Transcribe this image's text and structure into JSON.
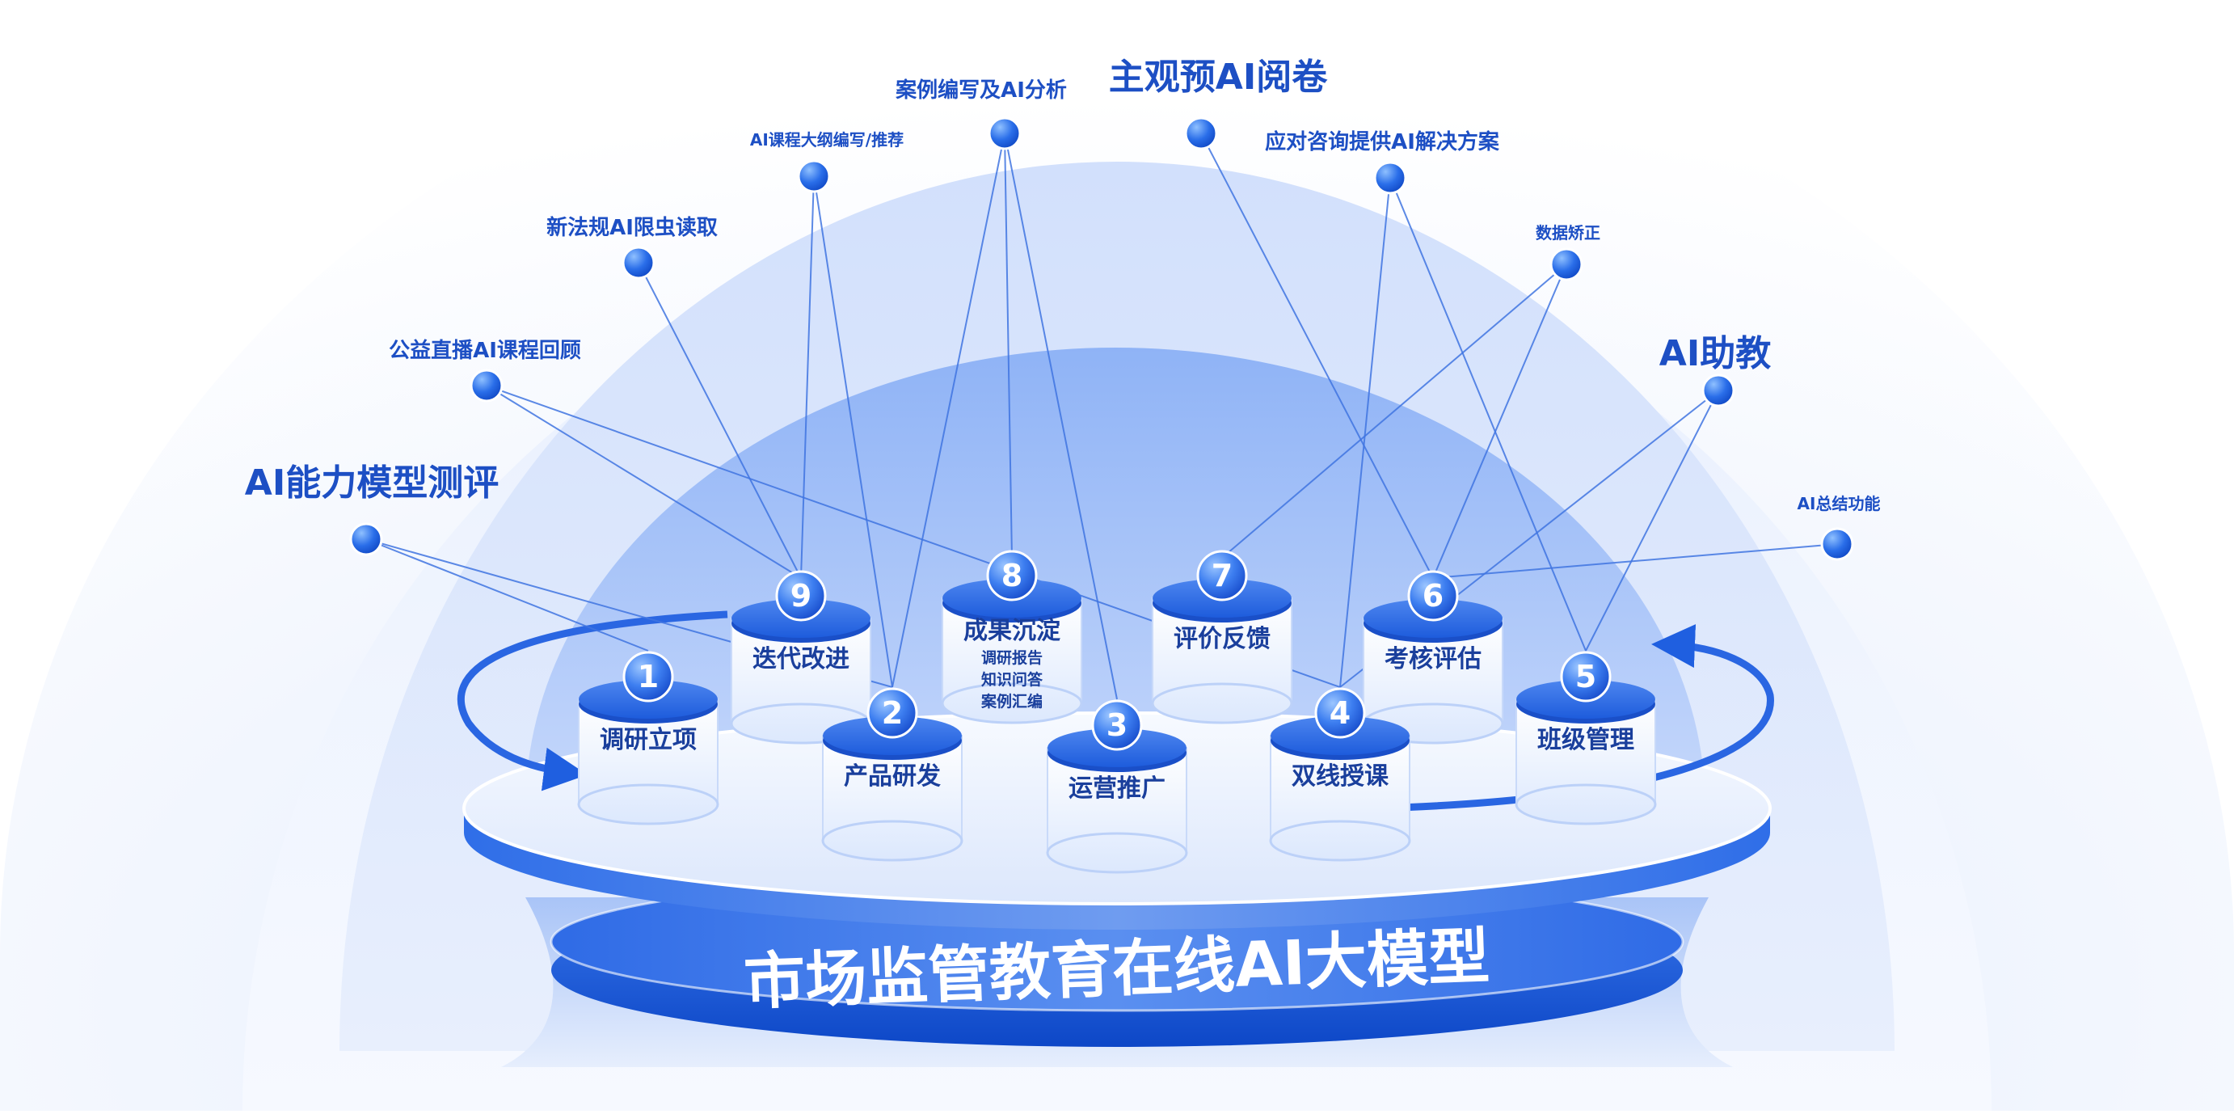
{
  "title": "市场监管教育在线AI大模型",
  "stages": [
    {
      "num": "1",
      "label": "调研立项",
      "sub": []
    },
    {
      "num": "2",
      "label": "产品研发",
      "sub": []
    },
    {
      "num": "3",
      "label": "运营推广",
      "sub": []
    },
    {
      "num": "4",
      "label": "双线授课",
      "sub": []
    },
    {
      "num": "5",
      "label": "班级管理",
      "sub": []
    },
    {
      "num": "6",
      "label": "考核评估",
      "sub": []
    },
    {
      "num": "7",
      "label": "评价反馈",
      "sub": []
    },
    {
      "num": "8",
      "label": "成果沉淀",
      "sub": [
        "调研报告",
        "知识问答",
        "案例汇编"
      ]
    },
    {
      "num": "9",
      "label": "迭代改进",
      "sub": []
    }
  ],
  "features": [
    {
      "id": "f1",
      "label": "AI能力模型测评",
      "emphasis": "large"
    },
    {
      "id": "f2",
      "label": "公益直播AI课程回顾",
      "emphasis": "small"
    },
    {
      "id": "f3",
      "label": "新法规AI限虫读取",
      "emphasis": "small"
    },
    {
      "id": "f4",
      "label": "AI课程大纲编写/推荐",
      "emphasis": "tiny"
    },
    {
      "id": "f5",
      "label": "案例编写及AI分析",
      "emphasis": "small"
    },
    {
      "id": "f6",
      "label": "主观预AI阅卷",
      "emphasis": "large"
    },
    {
      "id": "f7",
      "label": "应对咨询提供AI解决方案",
      "emphasis": "small"
    },
    {
      "id": "f8",
      "label": "数据矫正",
      "emphasis": "tiny"
    },
    {
      "id": "f9",
      "label": "AI助教",
      "emphasis": "large"
    },
    {
      "id": "f10",
      "label": "AI总结功能",
      "emphasis": "tiny"
    }
  ],
  "links": [
    [
      "f1",
      "1"
    ],
    [
      "f1",
      "2"
    ],
    [
      "f2",
      "9"
    ],
    [
      "f2",
      "4"
    ],
    [
      "f3",
      "9"
    ],
    [
      "f4",
      "9"
    ],
    [
      "f4",
      "2"
    ],
    [
      "f5",
      "8"
    ],
    [
      "f5",
      "2"
    ],
    [
      "f5",
      "3"
    ],
    [
      "f6",
      "6"
    ],
    [
      "f7",
      "4"
    ],
    [
      "f7",
      "5"
    ],
    [
      "f8",
      "7"
    ],
    [
      "f8",
      "6"
    ],
    [
      "f9",
      "4"
    ],
    [
      "f9",
      "5"
    ],
    [
      "f10",
      "6"
    ]
  ],
  "colors": {
    "accent": "#1a56d6",
    "accent_dark": "#0b3fb8",
    "label": "#1d4fc4",
    "line": "#3f74e0",
    "node": "#1e63e6"
  }
}
